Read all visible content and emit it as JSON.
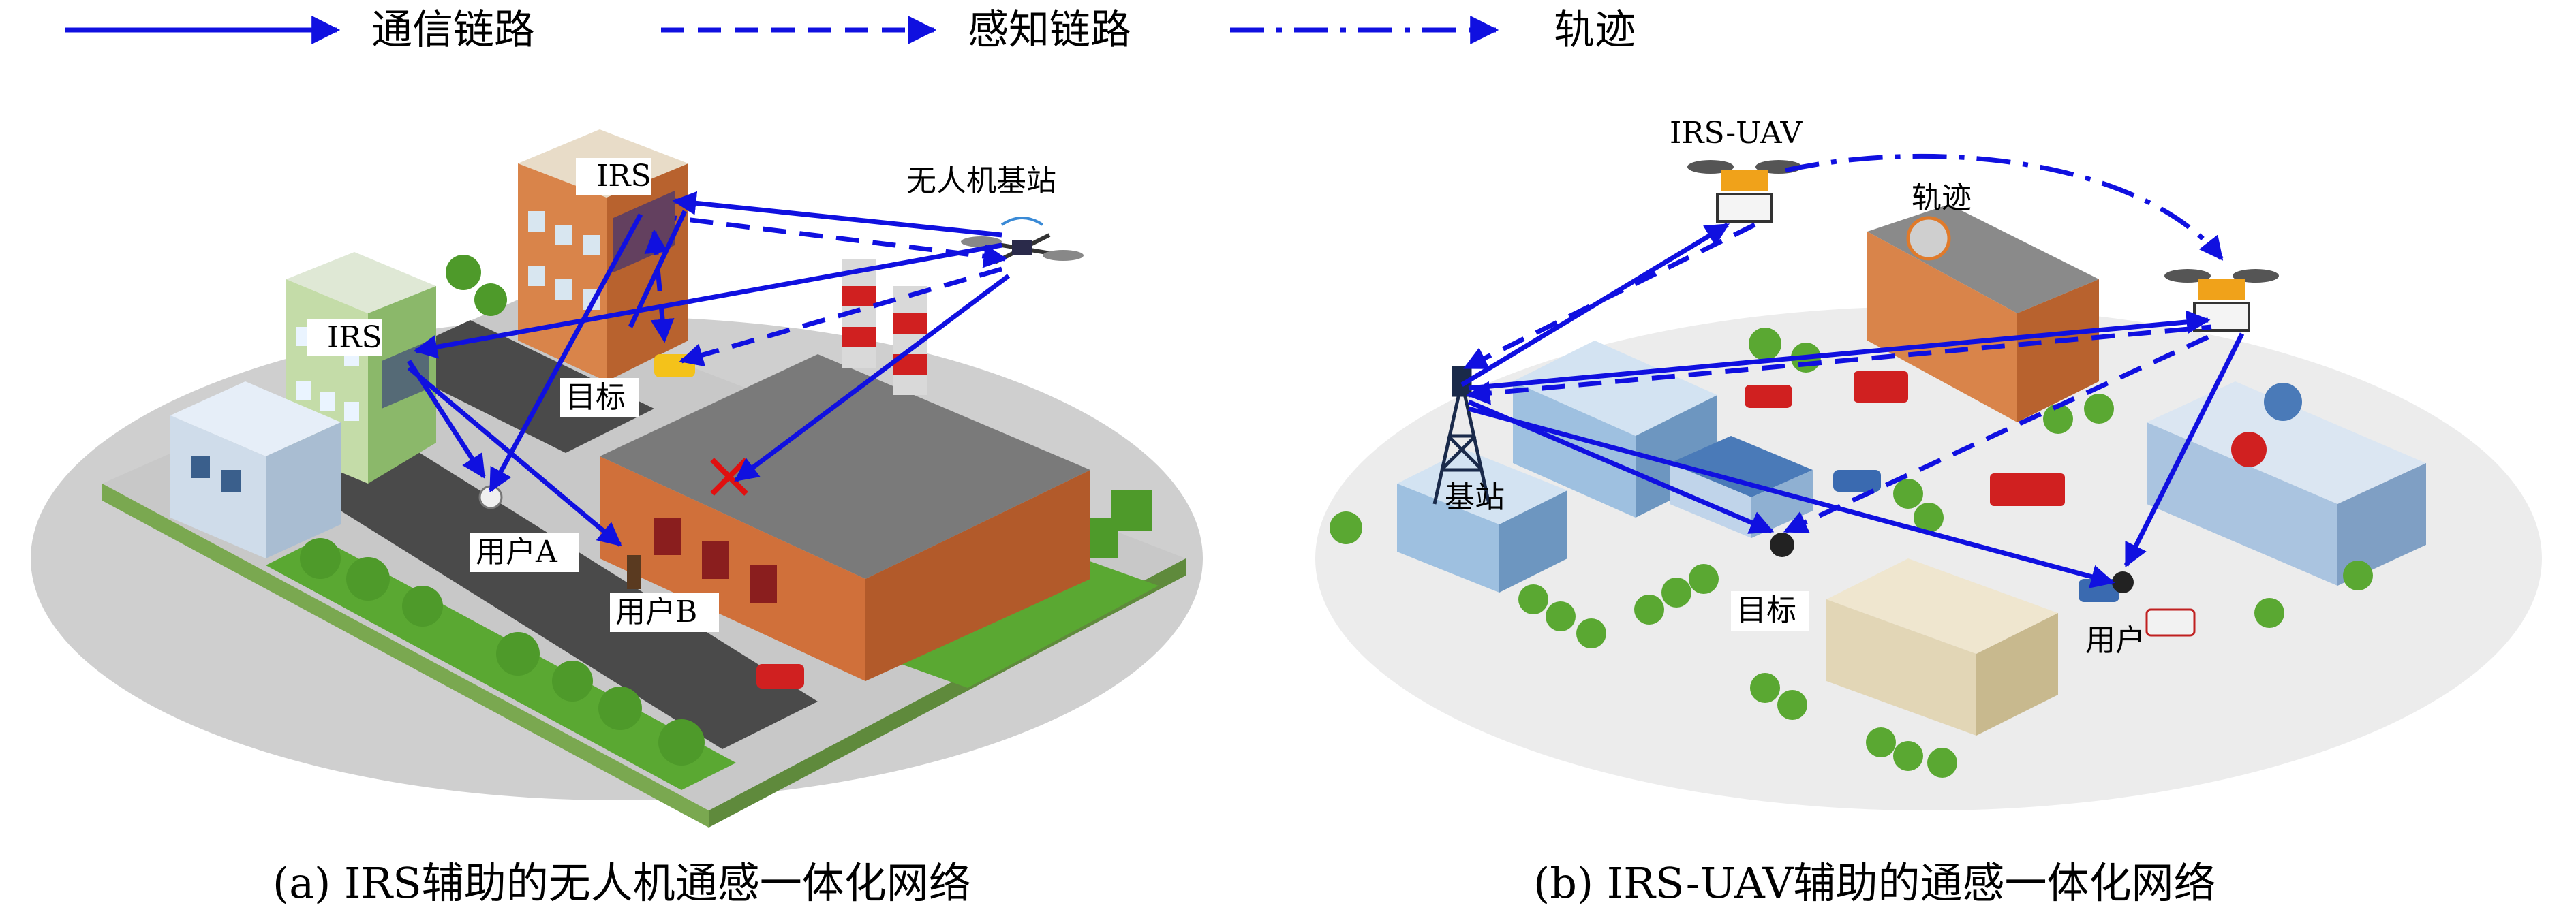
{
  "legend": {
    "comm_link": "通信链路",
    "sense_link": "感知链路",
    "trajectory": "轨迹"
  },
  "panel_a": {
    "irs_top": "IRS",
    "irs_left": "IRS",
    "uav_bs": "无人机基站",
    "target": "目标",
    "user_a": "用户A",
    "user_b": "用户B",
    "caption": "(a) IRS辅助的无人机通感一体化网络"
  },
  "panel_b": {
    "irs_uav": "IRS-UAV",
    "trajectory": "轨迹",
    "base_station": "基站",
    "target": "目标",
    "user": "用户",
    "caption": "(b) IRS-UAV辅助的通感一体化网络"
  },
  "colors": {
    "link": "#1010e0",
    "ground": "#cfcfcf",
    "ground_b": "#ececec",
    "brick": "#d0703a",
    "roof": "#6e6e6e",
    "grass": "#5aa832",
    "road": "#4a4a4a",
    "cross": "#e01010"
  }
}
